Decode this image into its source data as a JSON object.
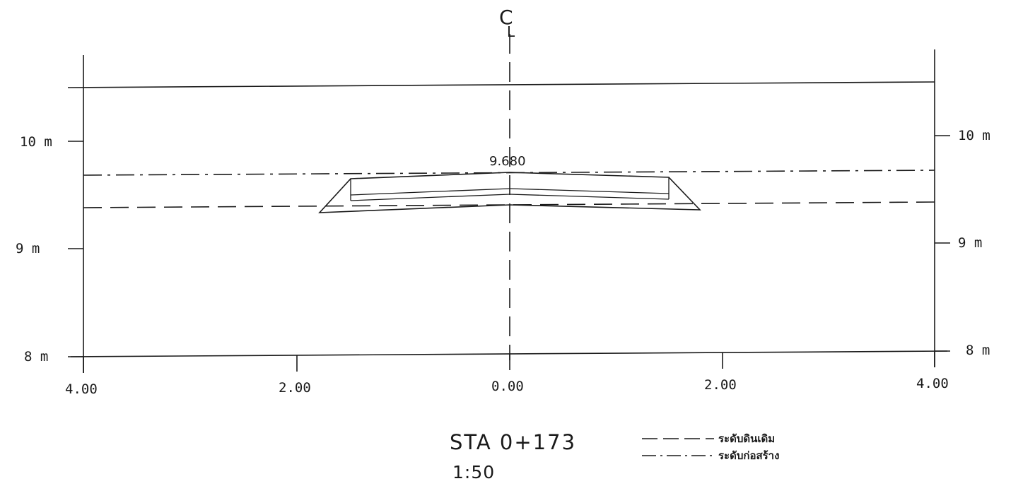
{
  "drawing": {
    "centerline_symbol": "C",
    "centerline_symbol_sub": "L",
    "y_labels": [
      "10 m",
      "9 m",
      "8 m"
    ],
    "x_labels": [
      "4.00",
      "2.00",
      "0.00",
      "2.00",
      "4.00"
    ],
    "elevation_label": "9.680",
    "station": "STA 0+173",
    "scale": "1:50",
    "legend": [
      {
        "label": "ระดับดินเดิม",
        "style": "dashed"
      },
      {
        "label": "ระดับก่อสร้าง",
        "style": "dash-dot"
      }
    ],
    "line_color": "#1a1a1a"
  }
}
